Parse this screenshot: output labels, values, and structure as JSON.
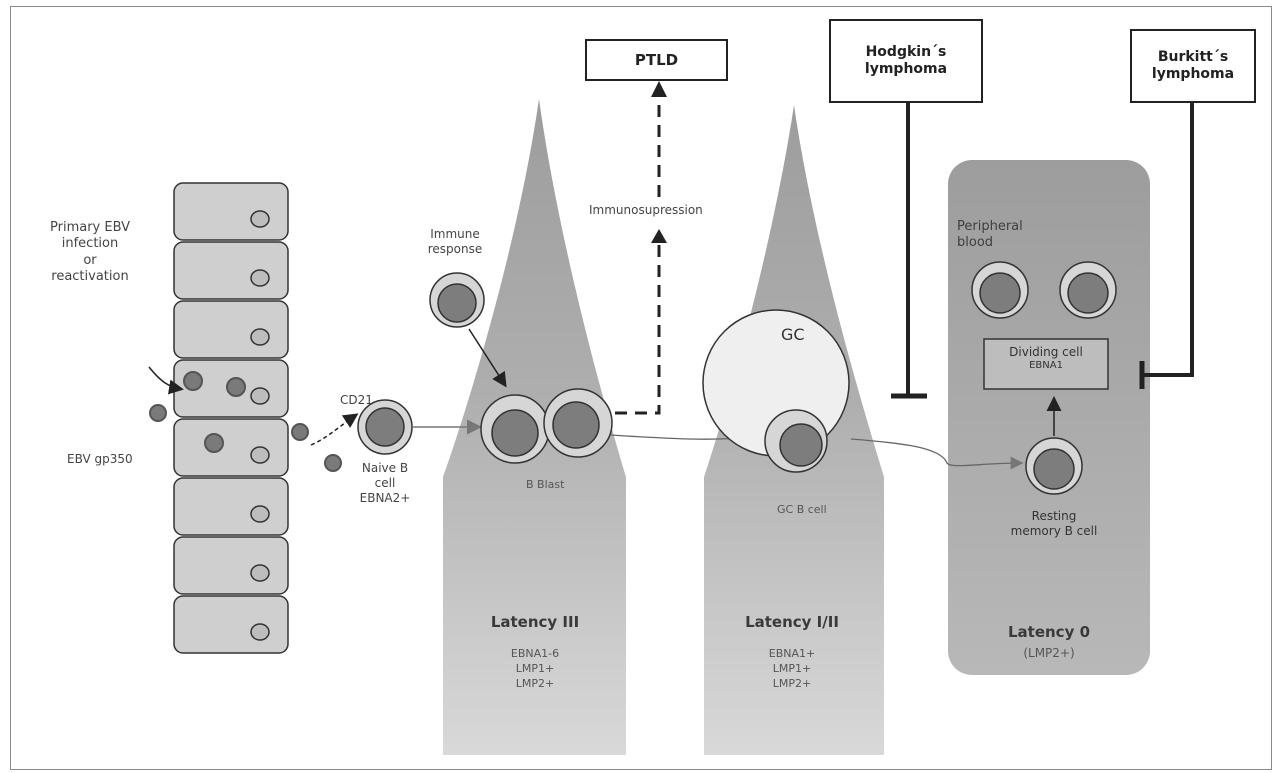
{
  "boxes": {
    "ptld": "PTLD",
    "hodgkin_line1": "Hodgkin´s",
    "hodgkin_line2": "lymphoma",
    "burkitt_line1": "Burkitt´s",
    "burkitt_line2": "lymphoma"
  },
  "labels": {
    "primary_ebv": [
      "Primary EBV",
      "infection",
      "or",
      "reactivation"
    ],
    "ebv_gp350": "EBV gp350",
    "cd21": "CD21",
    "naive_b": [
      "Naive B",
      "cell",
      "EBNA2+"
    ],
    "immune_response": [
      "Immune",
      "response"
    ],
    "immunosupression": "Immunosupression",
    "b_blast": "B Blast",
    "gc": "GC",
    "gc_b_cell": "GC B cell",
    "peripheral_blood": [
      "Peripheral",
      "blood"
    ],
    "dividing_cell": [
      "Dividing cell",
      "EBNA1"
    ],
    "resting_memory": [
      "Resting",
      "memory B cell"
    ]
  },
  "latency": {
    "iii": {
      "title": "Latency III",
      "genes": [
        "EBNA1-6",
        "LMP1+",
        "LMP2+"
      ]
    },
    "i_ii": {
      "title": "Latency I/II",
      "genes": [
        "EBNA1+",
        "LMP1+",
        "LMP2+"
      ]
    },
    "zero": {
      "title": "Latency 0",
      "genes": [
        "(LMP2+)"
      ]
    }
  },
  "colors": {
    "cone": "#9a9a9a",
    "cell_outer": "#d6d6d6",
    "cell_nucleus": "#7d7d7d",
    "epithelium": "#cfcfcf",
    "panel": "#a8a8a8"
  }
}
